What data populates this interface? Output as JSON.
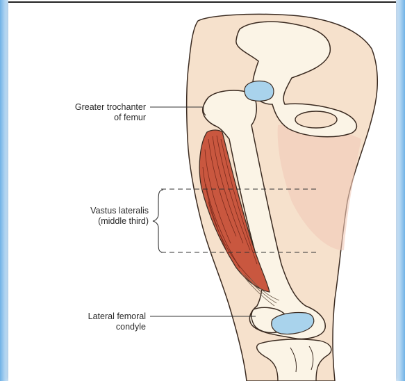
{
  "labels": {
    "greater_trochanter": {
      "line1": "Greater trochanter",
      "line2": "of femur"
    },
    "vastus_lateralis": {
      "line1": "Vastus lateralis",
      "line2": "(middle third)"
    },
    "lateral_condyle": {
      "line1": "Lateral femoral",
      "line2": "condyle"
    }
  },
  "colors": {
    "skin": "#f6e1cc",
    "bone": "#fbf4e6",
    "cartilage": "#a9d3ec",
    "muscle": "#c9573f",
    "frame": "#5aa9e0"
  }
}
